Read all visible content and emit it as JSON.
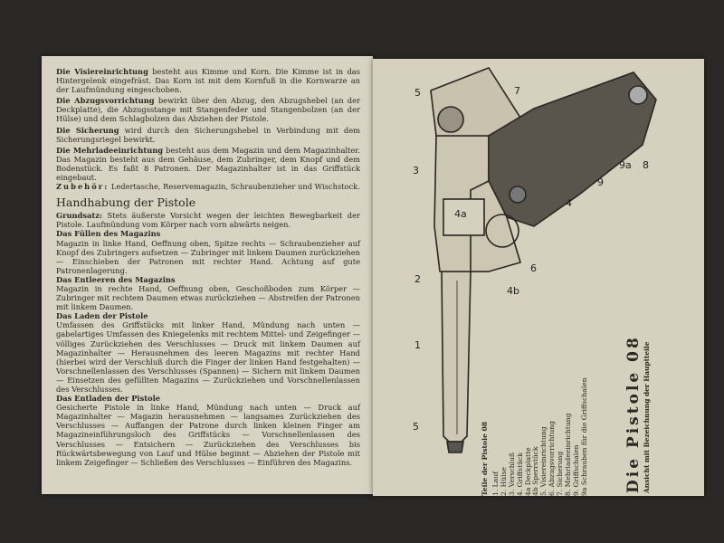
{
  "left_page": {
    "paragraphs": [
      {
        "term": "Die Visiereinrichtung",
        "text": " besteht aus Kimme und Korn. Die Kimme ist in das Hintergelenk eingefräst. Das Korn ist mit dem Kornfuß in die Kornwarze an der Laufmündung eingeschoben."
      },
      {
        "term": "Die Abzugsvorrichtung",
        "text": " bewirkt über den Abzug, den Abzugshebel (an der Deckplatte), die Abzugsstange mit Stangenfeder und Stangenbolzen (an der Hülse) und dem Schlagbolzen das Abziehen der Pistole."
      },
      {
        "term": "Die Sicherung",
        "text": " wird durch den Sicherungshebel in Verbindung mit dem Sicherungsriegel bewirkt."
      },
      {
        "term": "Die Mehrladeeinrichtung",
        "text": " besteht aus dem Magazin und dem Magazinhalter. Das Magazin besteht aus dem Gehäuse, dem Zubringer, dem Knopf und dem Bodenstück. Es faßt 8 Patronen. Der Magazinhalter ist in das Griffstück eingebaut."
      },
      {
        "term": "Zubehör:",
        "text": " Ledertasche, Reservemagazin, Schraubenzieher und Wischstock."
      }
    ],
    "heading": "Handhabung der Pistole",
    "principle": {
      "term": "Grundsatz:",
      "text": " Stets äußerste Vorsicht wegen der leichten Bewegbarkeit der Pistole. Laufmündung vom Körper nach vorn abwärts neigen."
    },
    "sections": [
      {
        "title": "Das Füllen des Magazins",
        "text": "Magazin in linke Hand, Oeffnung oben, Spitze rechts — Schraubenzieher auf Knopf des Zubringers aufsetzen — Zubringer mit linkem Daumen zurückziehen — Einschieben der Patronen mit rechter Hand. Achtung auf gute Patronenlagerung."
      },
      {
        "title": "Das Entleeren des Magazins",
        "text": "Magazin in rechte Hand, Oeffnung oben, Geschoßboden zum Körper — Zubringer mit rechtem Daumen etwas zurückziehen — Abstreifen der Patronen mit linkem Daumen."
      },
      {
        "title": "Das Laden der Pistole",
        "text": "Umfassen des Griffstücks mit linker Hand, Mündung nach unten — gabelartiges Umfassen des Kniegelenks mit rechtem Mittel- und Zeigefinger — völliges Zurückziehen des Verschlusses — Druck mit linkem Daumen auf Magazinhalter — Herausnehmen des leeren Magazins mit rechter Hand (hierbei wird der Verschluß durch die Finger der linken Hand festgehalten) — Vorschnellenlassen des Verschlusses (Spannen) — Sichern mit linkem Daumen — Einsetzen des gefüllten Magazins — Zurückziehen und Vorschnellenlassen des Verschlusses."
      },
      {
        "title": "Das Entladen der Pistole",
        "text": "Gesicherte Pistole in linke Hand, Mündung nach unten — Druck auf Magazinhalter — Magazin herausnehmen — langsames Zurückziehen des Verschlusses — Auffangen der Patrone durch linken kleinen Finger am Magazineinführungsloch des Griffstücks — Vorschnellenlassen des Verschlusses — Entsichern — Zurückziehen des Verschlusses bis Rückwärtsbewegung von Lauf und Hülse beginnt — Abziehen der Pistole mit linkem Zeigefinger — Schließen des Verschlusses — Einführen des Magazins."
      }
    ]
  },
  "right_page": {
    "title": "Die Pistole 08",
    "subtitle": "Ansicht mit Bezeichnung der Hauptteile",
    "parts_heading": "Teile der Pistole 08",
    "parts": [
      "1. Lauf",
      "2. Hülse",
      "3. Verschluß",
      "4. Griffstück",
      "4a Deckplatte",
      "4b Sperrstück",
      "5. Visiereinrichtung",
      "6. Abzugsvorrichtung",
      "7. Sicherung",
      "8. Mehrladeeinrichtung",
      "9. Griffschalen",
      "9a Schrauben für die Griffschalen"
    ],
    "diagram_labels": {
      "l5a": "5",
      "l7": "7",
      "l3": "3",
      "l2": "2",
      "l4a": "4a",
      "l4b": "4b",
      "l6": "6",
      "l1": "1",
      "l4": "4",
      "l9": "9",
      "l9a": "9a",
      "l8": "8",
      "l5b": "5"
    }
  }
}
